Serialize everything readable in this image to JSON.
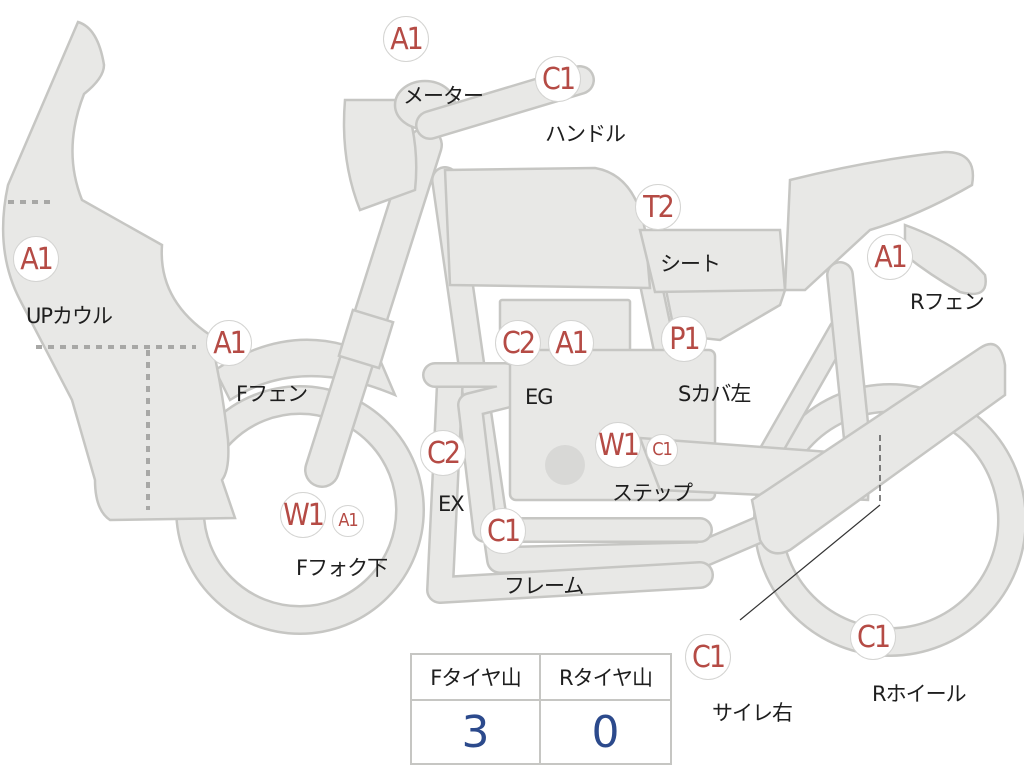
{
  "parts": [
    {
      "id": "meter",
      "grade": "A1",
      "label": "メーター"
    },
    {
      "id": "handle",
      "grade": "C1",
      "label": "ハンドル"
    },
    {
      "id": "up-cowl",
      "grade": "A1",
      "label": "UPカウル"
    },
    {
      "id": "seat",
      "grade": "T2",
      "label": "シート"
    },
    {
      "id": "r-fender",
      "grade": "A1",
      "label": "Rフェン"
    },
    {
      "id": "f-fender",
      "grade": "A1",
      "label": "Fフェン"
    },
    {
      "id": "engine",
      "grade": "C2",
      "grade2": "A1",
      "label": "EG"
    },
    {
      "id": "side-cover-left",
      "grade": "P1",
      "label": "Sカバ左"
    },
    {
      "id": "step",
      "grade": "W1",
      "grade2": "C1",
      "label": "ステップ"
    },
    {
      "id": "exhaust",
      "grade": "C2",
      "label": "EX"
    },
    {
      "id": "f-fork-lower",
      "grade": "W1",
      "grade2": "A1",
      "label": "Fフォク下"
    },
    {
      "id": "frame",
      "grade": "C1",
      "label": "フレーム"
    },
    {
      "id": "silencer-right",
      "grade": "C1",
      "label": "サイレ右"
    },
    {
      "id": "r-wheel",
      "grade": "C1",
      "label": "Rホイール"
    }
  ],
  "tire_table": {
    "headers": [
      "Fタイヤ山",
      "Rタイヤ山"
    ],
    "values": [
      "3",
      "0"
    ]
  },
  "colors": {
    "grade_text": "#b54b45",
    "tire_value": "#2c4a8c",
    "bike_fill": "#e8e8e6",
    "bike_stroke": "#c6c6c3"
  }
}
